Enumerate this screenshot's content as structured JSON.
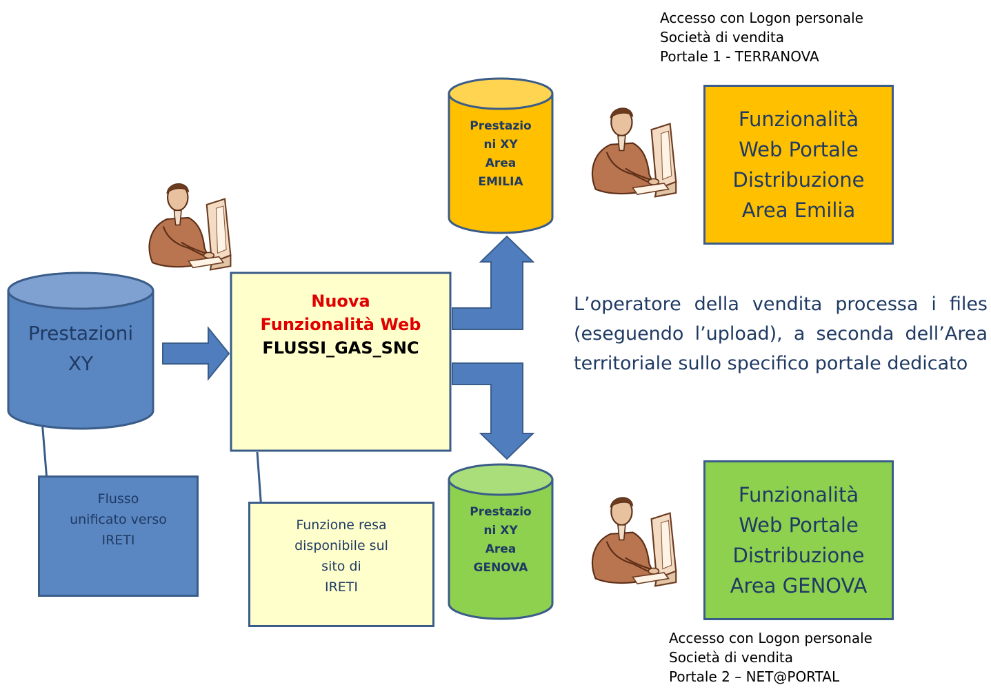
{
  "db_main": {
    "label": "Prestazioni\nXY"
  },
  "db_emilia": {
    "label": "Prestazio\nni XY\nArea\nEMILIA"
  },
  "db_genova": {
    "label": "Prestazio\nni XY\nArea\nGENOVA"
  },
  "web_func": {
    "title": "Nuova\nFunzionalità Web",
    "code": "FLUSSI_GAS_SNC"
  },
  "callout_flow": {
    "text": "Flusso\nunificato verso\nIRETI"
  },
  "callout_site": {
    "text": "Funzione resa\ndisponibile sul\nsito di\nIRETI"
  },
  "portal_emilia": {
    "text": "Funzionalità\nWeb Portale\nDistribuzione\nArea Emilia",
    "access_note": "Accesso con Logon personale\nSocietà di vendita\nPortale 1 - TERRANOVA"
  },
  "portal_genova": {
    "text": "Funzionalità\nWeb Portale\nDistribuzione\nArea GENOVA",
    "access_note": "Accesso con Logon personale\nSocietà di vendita\nPortale 2 – NET@PORTAL"
  },
  "description": "L’operatore della vendita processa i files (eseguendo l’upload), a seconda dell’Area territoriale sullo specifico portale dedicato",
  "colors": {
    "db_blue": "#5a86c2",
    "db_blue_top": "#7ea1d1",
    "border_blue": "#3a5c89",
    "arrow_blue": "#4f7dbd",
    "emilia_orange": "#ffc000",
    "emilia_top": "#ffd451",
    "genova_green": "#8ed14f",
    "genova_top": "#a9de7a",
    "light_yellow": "#ffffcc",
    "title_red": "#e00000"
  },
  "icons": [
    "operator-at-computer-icon"
  ]
}
